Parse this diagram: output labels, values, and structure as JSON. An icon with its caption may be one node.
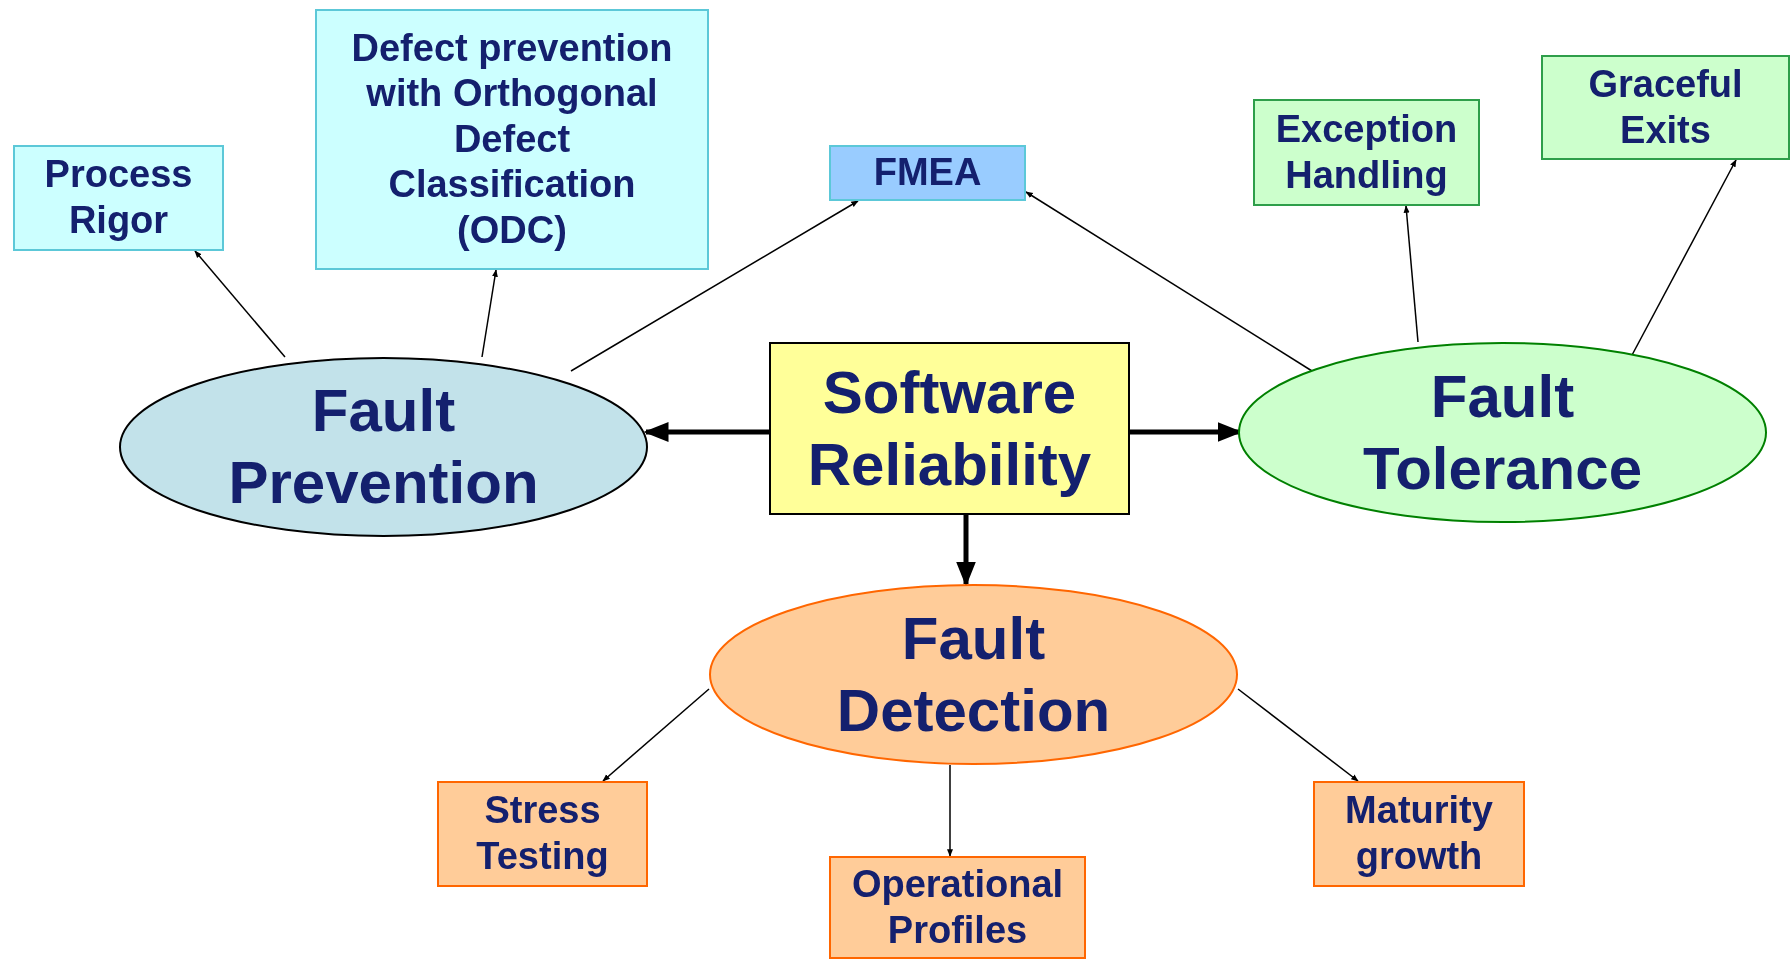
{
  "diagram": {
    "nodes": [
      {
        "text": [
          "Software Reliability"
        ]
      },
      {
        "text": [
          "Fault Prevention"
        ]
      },
      {
        "text": [
          "Fault Tolerance"
        ]
      },
      {
        "text": [
          "Fault Detection"
        ]
      },
      {
        "text": [
          "Process Rigor"
        ]
      },
      {
        "text": [
          "Defect prevention with Orthogonal Defect Classification (ODC)"
        ]
      },
      {
        "text": [
          "FMEA"
        ]
      },
      {
        "text": [
          "Exception Handling"
        ]
      },
      {
        "text": [
          "Graceful Exits"
        ]
      },
      {
        "text": [
          "Stress Testing"
        ]
      },
      {
        "text": [
          "Operational Profiles"
        ]
      },
      {
        "text": [
          "Maturity growth"
        ]
      }
    ],
    "edges": [
      {
        "from": 0,
        "to": 1,
        "arrow": "to",
        "style": "thick"
      },
      {
        "from": 0,
        "to": 2,
        "arrow": "to",
        "style": "thick"
      },
      {
        "from": 0,
        "to": 3,
        "arrow": "to",
        "style": "thick"
      },
      {
        "from": 1,
        "to": 4,
        "arrow": "to"
      },
      {
        "from": 1,
        "to": 5,
        "arrow": "to"
      },
      {
        "from": 1,
        "to": 6,
        "arrow": "to"
      },
      {
        "from": 2,
        "to": 6,
        "arrow": "to"
      },
      {
        "from": 2,
        "to": 7,
        "arrow": "to"
      },
      {
        "from": 2,
        "to": 8,
        "arrow": "to"
      },
      {
        "from": 3,
        "to": 9,
        "arrow": "to"
      },
      {
        "from": 3,
        "to": 10,
        "arrow": "to"
      },
      {
        "from": 3,
        "to": 11,
        "arrow": "to"
      }
    ]
  }
}
